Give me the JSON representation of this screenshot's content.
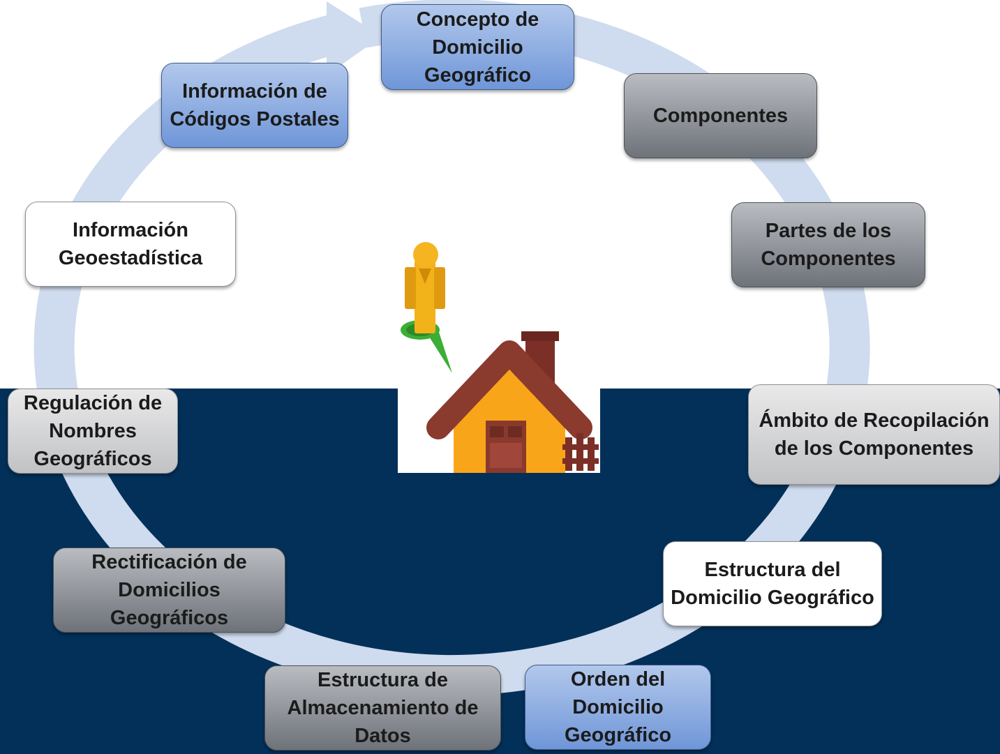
{
  "colors": {
    "band": "#023059",
    "ring": "#cfdbee",
    "blue_box": "#8eaee3",
    "dark_gray_box": "#8f9298",
    "light_gray_box": "#d5d6d7",
    "white_box": "#ffffff"
  },
  "cycle": {
    "nodes": [
      {
        "label": "Concepto de Domicilio Geográfico",
        "style": "blue"
      },
      {
        "label": "Componentes",
        "style": "dark-gray"
      },
      {
        "label": "Partes de los Componentes",
        "style": "dark-gray"
      },
      {
        "label": "Ámbito de Recopilación de los Componentes",
        "style": "light-gray"
      },
      {
        "label": "Estructura del Domicilio Geográfico",
        "style": "white"
      },
      {
        "label": "Orden del Domicilio Geográfico",
        "style": "blue"
      },
      {
        "label": "Estructura de Almacenamiento de Datos",
        "style": "dark-gray"
      },
      {
        "label": "Rectificación de Domicilios Geográficos",
        "style": "dark-gray"
      },
      {
        "label": "Regulación de Nombres Geográficos",
        "style": "light-gray"
      },
      {
        "label": "Información Geoestadística",
        "style": "white"
      },
      {
        "label": "Información de Códigos Postales",
        "style": "blue"
      }
    ]
  },
  "illustration": {
    "icons": [
      "person-pin-icon",
      "house-icon"
    ]
  }
}
